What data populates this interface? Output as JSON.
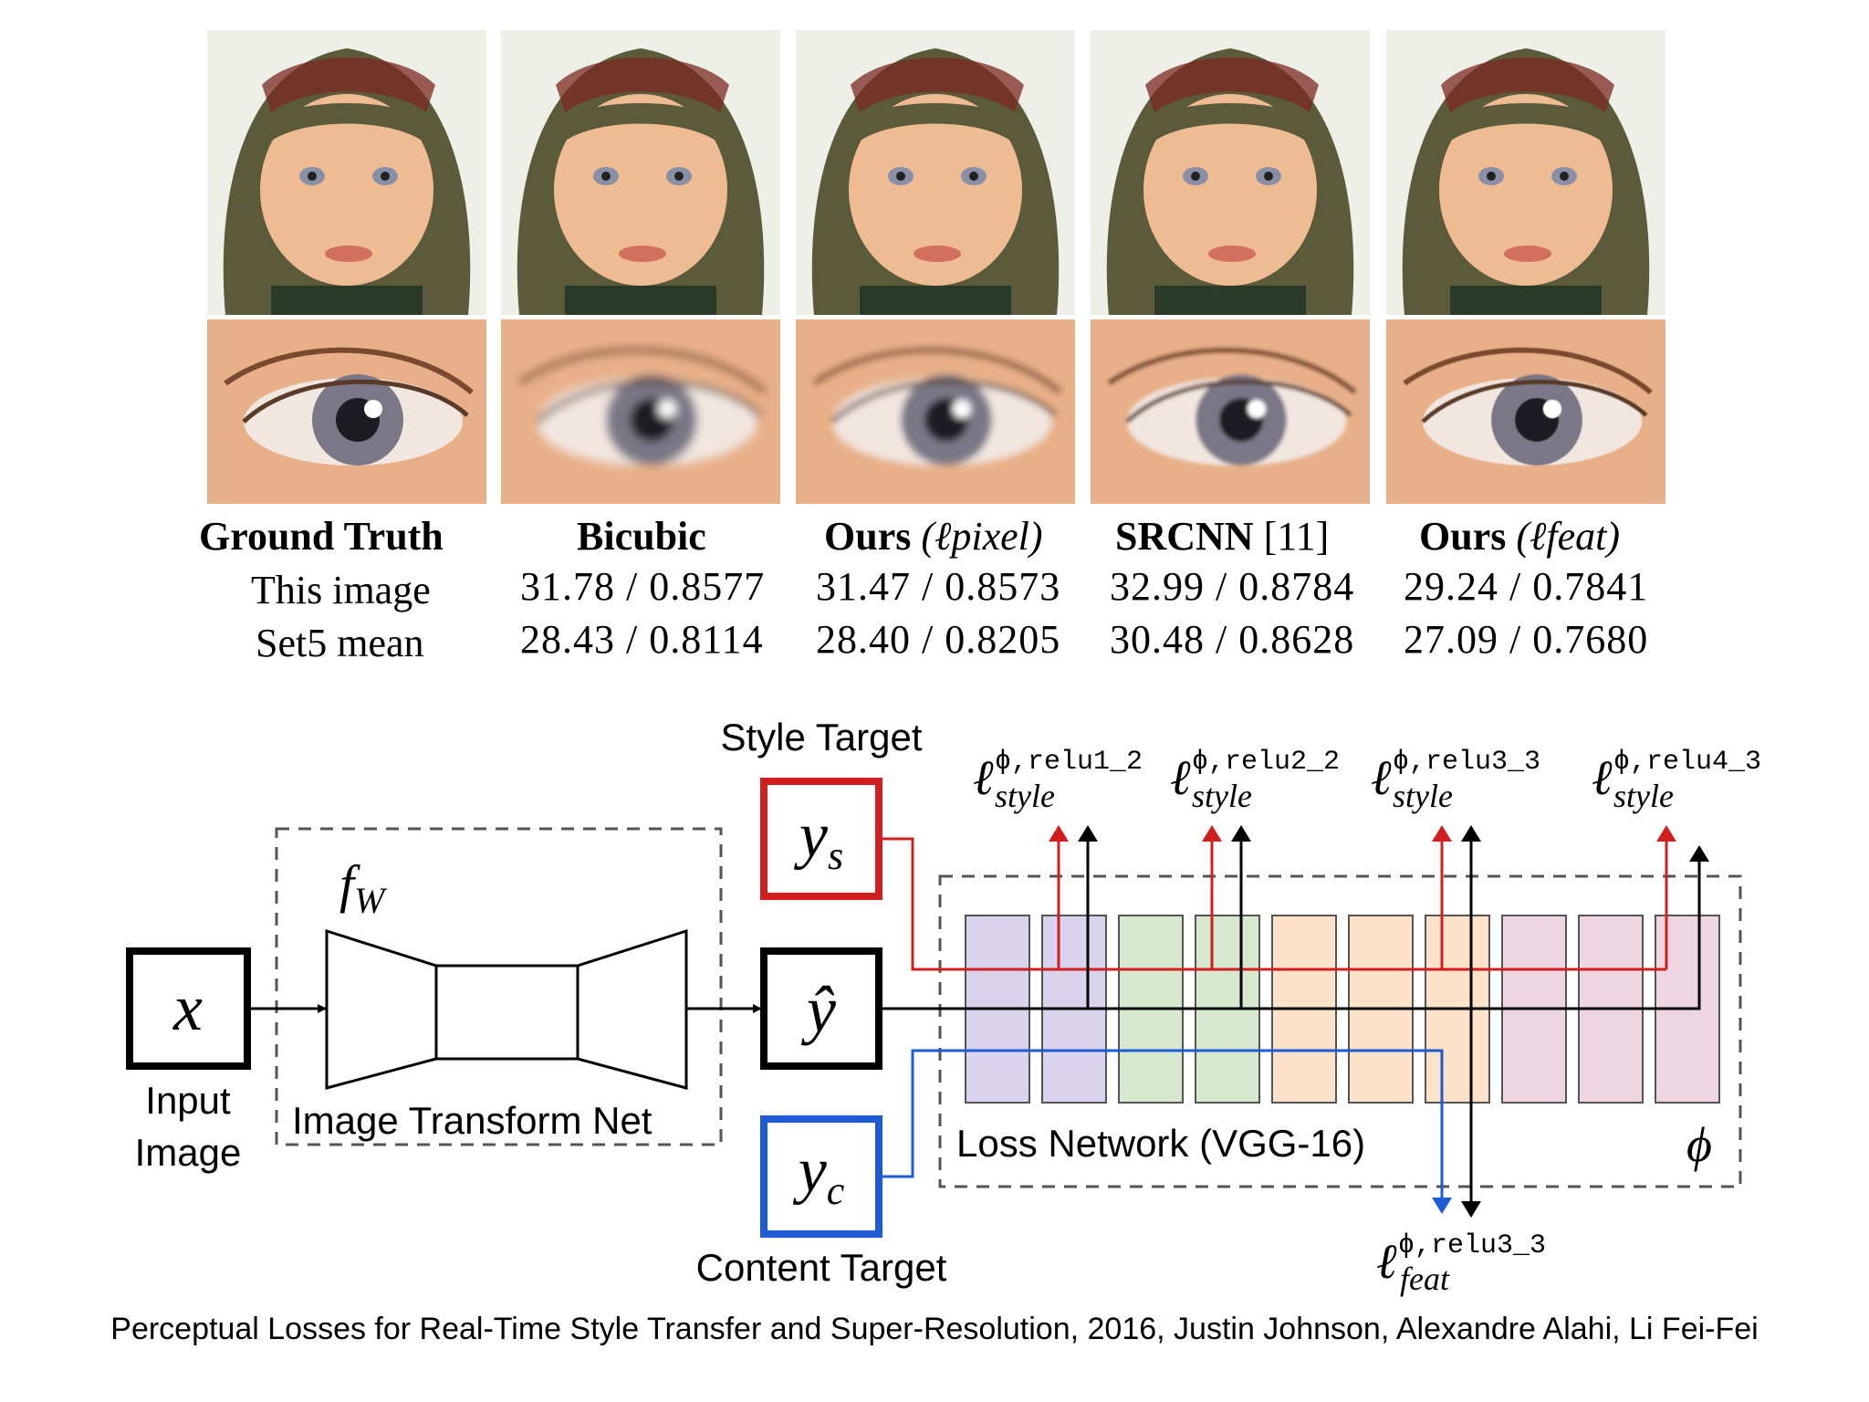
{
  "colors": {
    "style_target": "#d11f1f",
    "content_target": "#1e5bd6",
    "vgg_purple": "#d9d3ee",
    "vgg_green": "#d6e9cf",
    "vgg_orange": "#fbe2c9",
    "vgg_pink": "#eed5e1"
  },
  "table": {
    "columns": [
      {
        "label": "Ground Truth",
        "sub": ""
      },
      {
        "label": "Bicubic",
        "sub": ""
      },
      {
        "label": "Ours",
        "sub": "(ℓpixel)"
      },
      {
        "label": "SRCNN",
        "sub": "[11]"
      },
      {
        "label": "Ours",
        "sub": "(ℓfeat)"
      }
    ],
    "rows": [
      {
        "label": "This image",
        "values": [
          "31.78 / 0.8577",
          "31.47 / 0.8573",
          "32.99 / 0.8784",
          "29.24 / 0.7841"
        ]
      },
      {
        "label": "Set5 mean",
        "values": [
          "28.43 / 0.8114",
          "28.40 / 0.8205",
          "30.48 / 0.8628",
          "27.09 / 0.7680"
        ]
      }
    ]
  },
  "diagram": {
    "style_target_label": "Style Target",
    "content_target_label": "Content Target",
    "input_label_1": "Input",
    "input_label_2": "Image",
    "x_symbol": "x",
    "fw_symbol": "f",
    "fw_sub": "W",
    "transform_label": "Image Transform Net",
    "ys_symbol": "y",
    "ys_sub": "s",
    "yhat_symbol": "ŷ",
    "yc_symbol": "y",
    "yc_sub": "c",
    "loss_label": "Loss Network (VGG-16)",
    "phi_symbol": "ϕ",
    "style_losses": [
      {
        "sup": "ϕ,relu1_2",
        "sub": "style"
      },
      {
        "sup": "ϕ,relu2_2",
        "sub": "style"
      },
      {
        "sup": "ϕ,relu3_3",
        "sub": "style"
      },
      {
        "sup": "ϕ,relu4_3",
        "sub": "style"
      }
    ],
    "feat_loss": {
      "sup": "ϕ,relu3_3",
      "sub": "feat"
    },
    "ell": "ℓ"
  },
  "caption": "Perceptual Losses for Real-Time Style Transfer and Super-Resolution, 2016, Justin Johnson, Alexandre Alahi, Li Fei-Fei"
}
